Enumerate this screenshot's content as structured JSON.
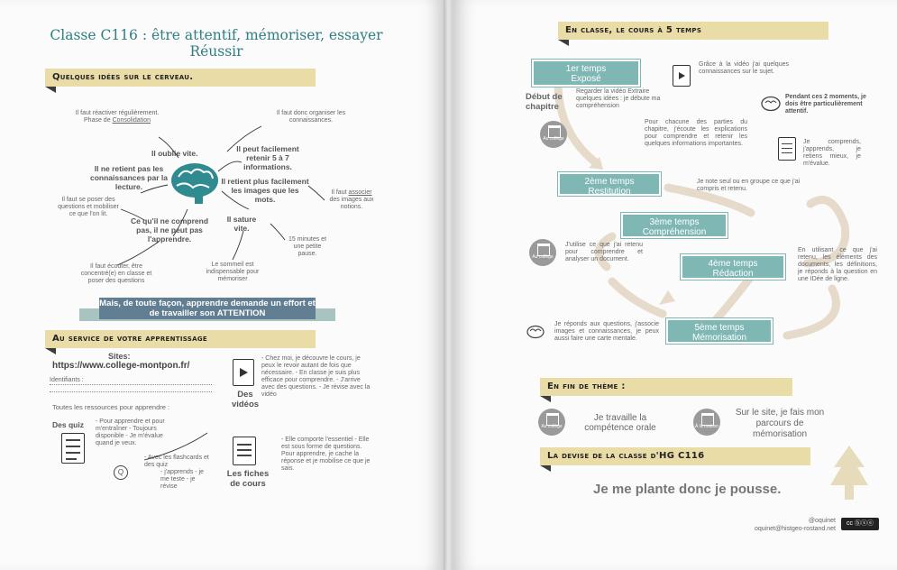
{
  "left": {
    "title_line1": "Classe C116 : être attentif, mémoriser, essayer",
    "title_line2": "Réussir",
    "section1": "Quelques idées sur le cerveau.",
    "ideas": {
      "reactiver": "Il faut réactiver régulièrement. Phase de",
      "consolidation": "Consolidation",
      "oublie": "Il oublie vite.",
      "organiser": "Il faut donc organiser les connaissances.",
      "retenir57": "Il peut facilement retenir 5 à 7 informations.",
      "retient_pas": "Il ne retient pas les connaissances par la lecture.",
      "images": "Il retient plus facilement les images que les mots.",
      "poser": "Il faut se poser des questions et mobiliser ce que l'on lit.",
      "associer_pre": "Il faut",
      "associer": "associer",
      "associer_post": "des images aux notions.",
      "comprend": "Ce qu'il ne comprend pas, il ne peut pas l'apprendre.",
      "sature": "Il sature vite.",
      "pause": "15 minutes et une petite pause.",
      "ecouter": "Il faut écouter, être concentré(e) en classe et poser des questions",
      "sommeil": "Le sommeil est indispensable pour mémoriser"
    },
    "ribbon": "Mais, de toute façon, apprendre demande un effort et de travailler son ATTENTION",
    "section2": "Au service de votre apprentissage",
    "sites_label": "Sites:",
    "site_url": "https://www.college-montpon.fr/",
    "identifiants": "Identifiants :",
    "ressources": "Toutes les ressources pour apprendre :",
    "quiz_label": "Des quiz",
    "quiz_text": "- Pour apprendre et pour m'entraîner - Toujours disponible - Je m'évalue quand je veux.",
    "flash_text": "- Avec les flashcards et des quiz",
    "flash_list": "- j'apprends - je me teste - je révise",
    "videos_label": "Des vidéos",
    "videos_text": "- Chez moi, je découvre le cours, je peux le revoir autant de fois que nécessaire. - En classe je suis plus efficace pour comprendre. - J'arrive avec des questions. - Je révise avec la vidéo",
    "fiches_label": "Les fiches de cours",
    "fiches_text": "- Elle comporte l'essentiel - Elle est sous forme de questions. Pour apprendre, je cache la réponse et je mobilise ce que je sais."
  },
  "right": {
    "section1": "En classe, le cours à 5 temps",
    "debut": "Début de chapitre",
    "steps": [
      {
        "line1": "1er temps",
        "line2": "Exposé"
      },
      {
        "line1": "2ème temps",
        "line2": "Restitution"
      },
      {
        "line1": "3ème temps",
        "line2": "Compréhension"
      },
      {
        "line1": "4ème temps",
        "line2": "Rédaction"
      },
      {
        "line1": "5ème temps",
        "line2": "Mémorisation"
      }
    ],
    "t_video": "Grâce à la vidéo j'ai quelques connaissances sur le sujet.",
    "t_regarder": "Regarder la vidéo Extraire quelques idées : je débute ma compréhension",
    "t_attentif": "Pendant ces 2 moments, je dois être particulièrement attentif.",
    "t_parties": "Pour chacune des parties du chapitre, j'écoute les explications pour comprendre et retenir les quelques informations importantes.",
    "t_comprends": "Je comprends, j'apprends, je retiens mieux, je m'évalue.",
    "t_note": "Je note seul ou en groupe ce que j'ai compris et retenu.",
    "t_utilise": "J'utilise ce que j'ai retenu pour comprendre et analyser un document.",
    "t_elements": "En utilisant ce que j'ai retenu, les éléments des documents, les définitions, je réponds à la question en une IDée de ligne.",
    "t_reponds": "Je réponds aux questions, j'associe images et connaissances, je peux aussi faire une carte mentale.",
    "badge_college": "Au collège",
    "badge_maison": "À la maison",
    "section2": "En fin de thème :",
    "fin_college": "Je travaille la compétence orale",
    "fin_maison": "Sur le site, je fais mon parcours de mémorisation",
    "section3": "La devise de la classe d'HG C116",
    "devise": "Je me plante donc je pousse.",
    "credit1": "@oquinet",
    "credit2": "oquinet@histgeo-rostand.net",
    "license": "cc ⓑⓢⓔ"
  },
  "colors": {
    "teal": "#7fb7b4",
    "banner": "#e9dca7",
    "title": "#2f7f82",
    "ribbon": "#617e93"
  }
}
